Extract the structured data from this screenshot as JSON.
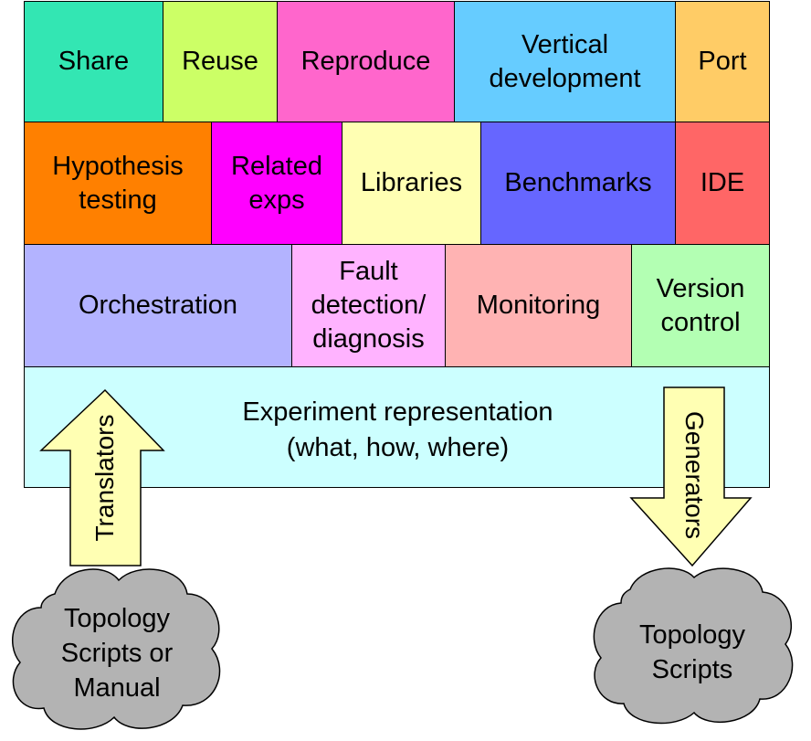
{
  "rows": [
    [
      {
        "id": "share",
        "label": "Share",
        "color": "#33e6b3"
      },
      {
        "id": "reuse",
        "label": "Reuse",
        "color": "#ccff66"
      },
      {
        "id": "reproduce",
        "label": "Reproduce",
        "color": "#ff66cc"
      },
      {
        "id": "vertical-development",
        "label": "Vertical\ndevelopment",
        "color": "#66ccff"
      },
      {
        "id": "port",
        "label": "Port",
        "color": "#ffcc66"
      }
    ],
    [
      {
        "id": "hypothesis-testing",
        "label": "Hypothesis\ntesting",
        "color": "#ff8000"
      },
      {
        "id": "related-exps",
        "label": "Related\nexps",
        "color": "#ff00ff"
      },
      {
        "id": "libraries",
        "label": "Libraries",
        "color": "#ffffb3"
      },
      {
        "id": "benchmarks",
        "label": "Benchmarks",
        "color": "#6666ff"
      },
      {
        "id": "ide",
        "label": "IDE",
        "color": "#ff6666"
      }
    ],
    [
      {
        "id": "orchestration",
        "label": "Orchestration",
        "color": "#b3b3ff"
      },
      {
        "id": "fault-detection",
        "label": "Fault\ndetection/\ndiagnosis",
        "color": "#ffb3ff"
      },
      {
        "id": "monitoring",
        "label": "Monitoring",
        "color": "#ffb3b3"
      },
      {
        "id": "version-control",
        "label": "Version\ncontrol",
        "color": "#b3ffb3"
      }
    ]
  ],
  "base": {
    "label": "Experiment representation\n(what, how, where)",
    "color": "#ccffff"
  },
  "arrows": {
    "translators": {
      "label": "Translators",
      "color": "#ffffb3"
    },
    "generators": {
      "label": "Generators",
      "color": "#ffffb3"
    }
  },
  "clouds": {
    "left": {
      "label": "Topology\nScripts or\nManual",
      "color": "#b3b3b3"
    },
    "right": {
      "label": "Topology\nScripts",
      "color": "#b3b3b3"
    }
  }
}
